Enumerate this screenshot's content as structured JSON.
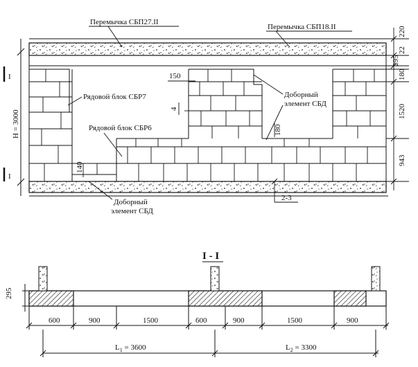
{
  "elevation": {
    "lintel_left_label": "Перемычка СБП27.II",
    "lintel_right_label": "Перемычка СБП18.II",
    "block_sbr7_label": "Рядовой блок СБР7",
    "block_sbr6_label": "Рядовой блок СБР6",
    "extra_element_right_l1": "Доборный",
    "extra_element_right_l2": "элемент СБД",
    "extra_element_bottom_l1": "Доборный",
    "extra_element_bottom_l2": "элемент СБД",
    "height_label": "H = 3000",
    "section_mark_top": "I",
    "section_mark_bottom": "I",
    "cut_mark": "2-3",
    "dims_right": [
      "220",
      "22",
      "295",
      "180",
      "1520",
      "943"
    ],
    "dim_150": "150",
    "dim_4": "4",
    "dim_180_mid": "180",
    "dim_140": "140"
  },
  "section": {
    "title": "I - I",
    "height_dim": "295",
    "segments": [
      "600",
      "900",
      "1500",
      "600",
      "900",
      "1500",
      "900"
    ],
    "span_1": "L",
    "span_1_sub": "1",
    "span_1_value": " = 3600",
    "span_2": "L",
    "span_2_sub": "2",
    "span_2_value": " = 3300"
  }
}
